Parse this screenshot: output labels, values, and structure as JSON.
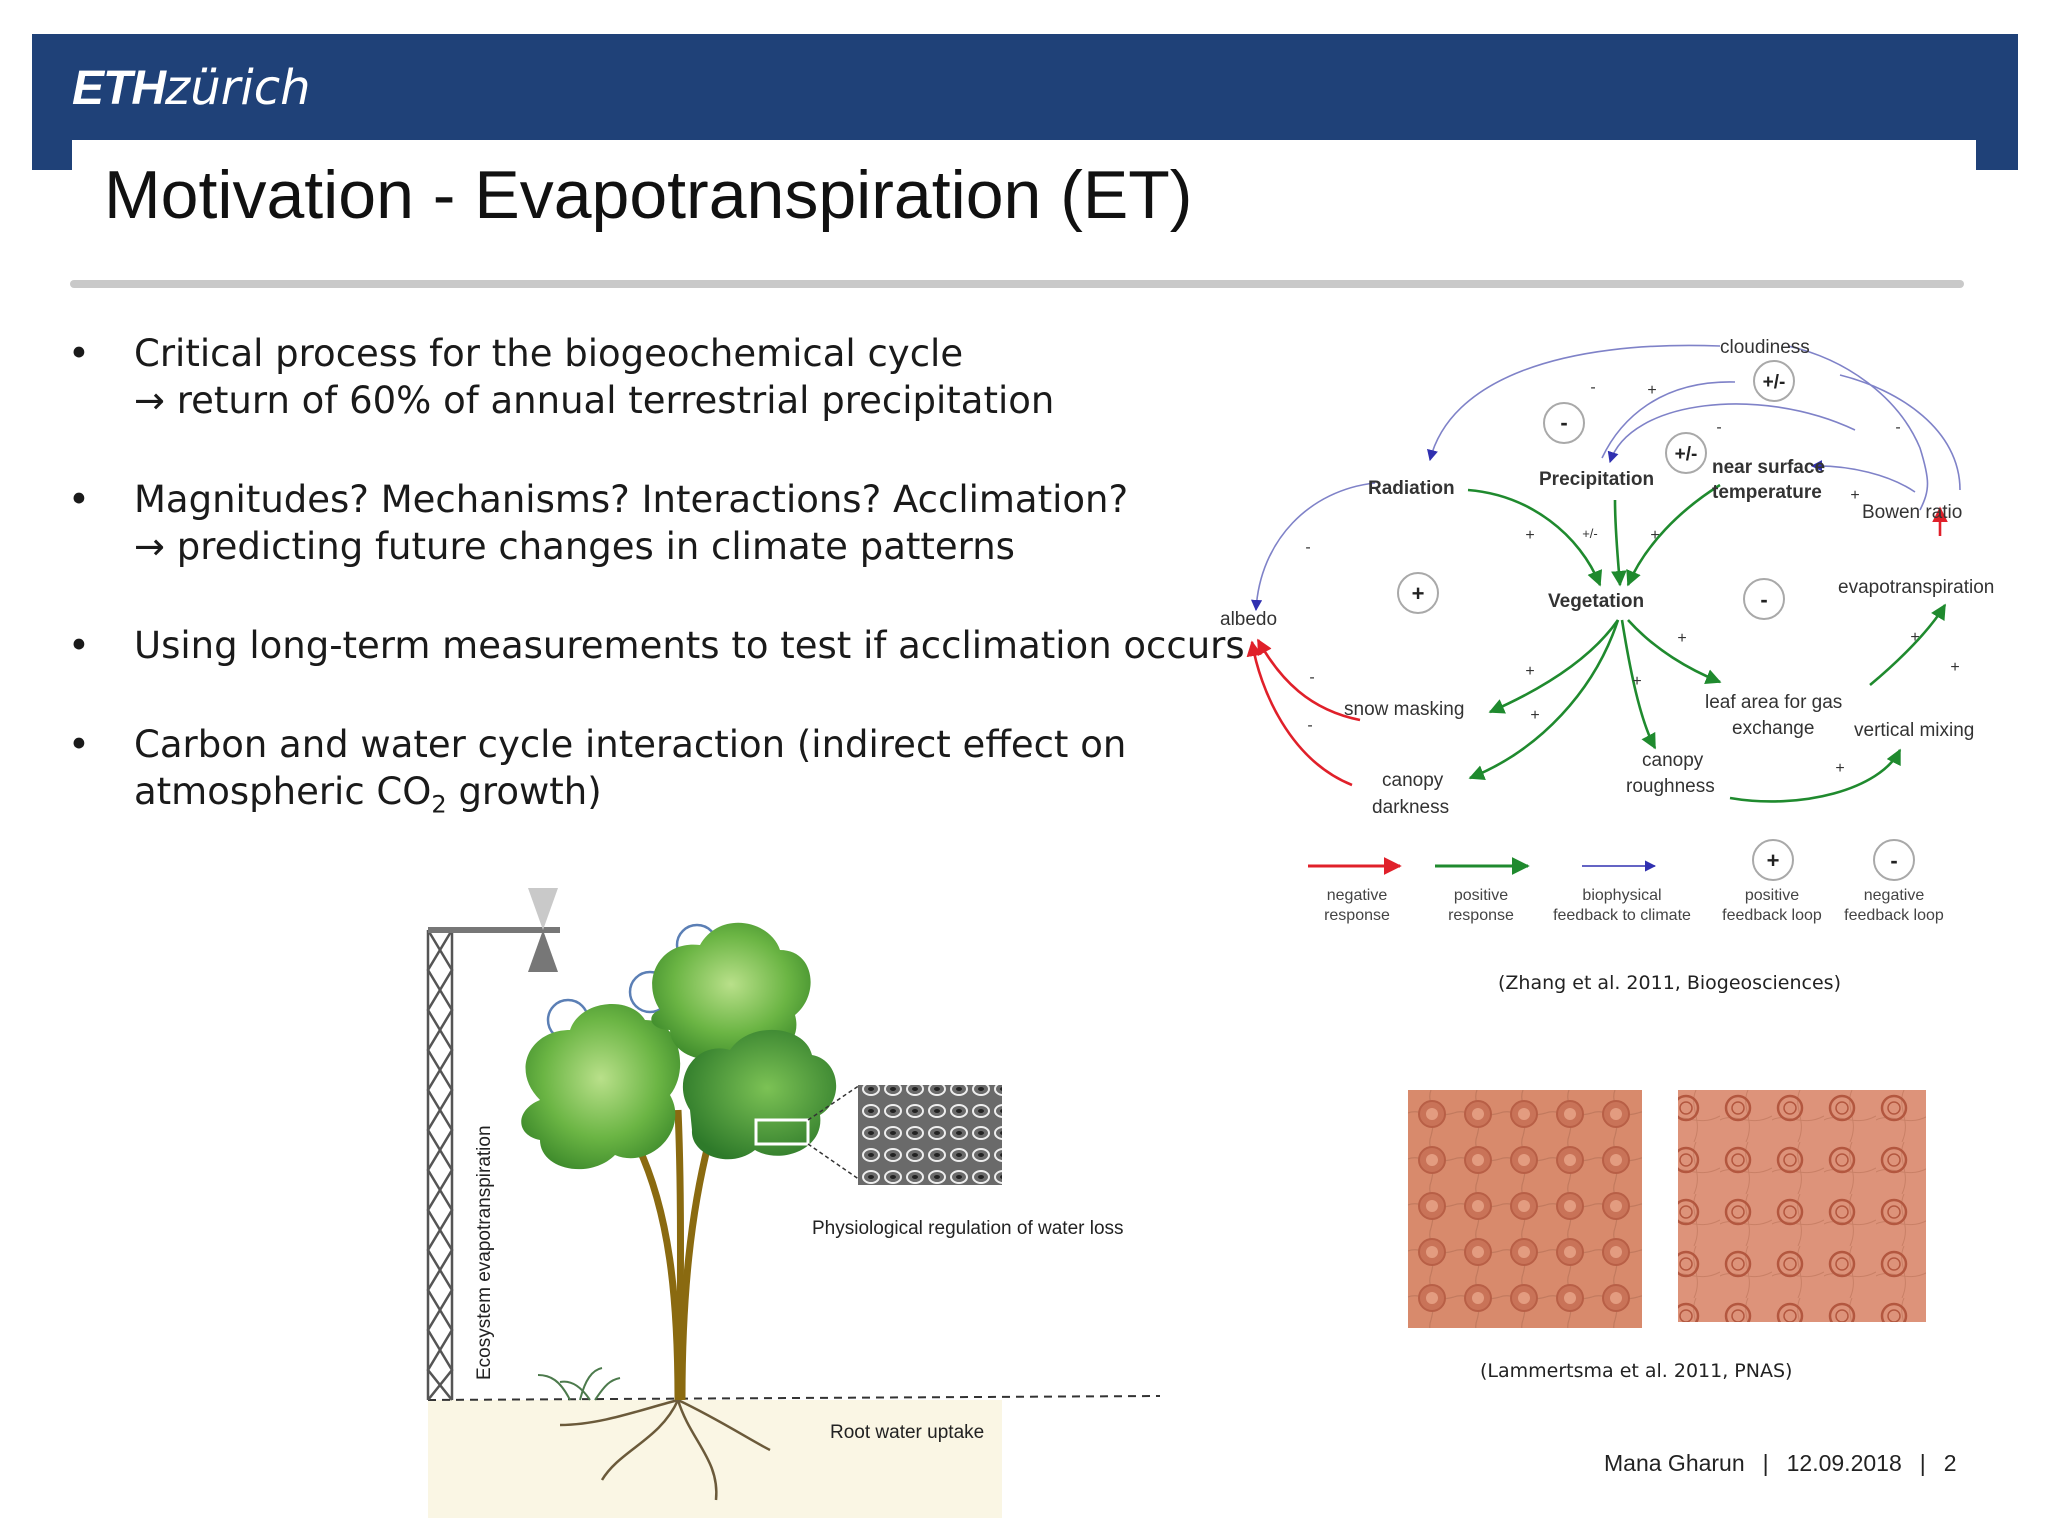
{
  "header": {
    "logo_bold": "ETH",
    "logo_rest": "zürich",
    "color": "#1f4178"
  },
  "slide": {
    "title": "Motivation - Evapotranspiration (ET)"
  },
  "bullets": [
    {
      "line1": "Critical process for the biogeochemical cycle",
      "line2": "→ return of 60% of annual terrestrial precipitation"
    },
    {
      "line1": "Magnitudes? Mechanisms? Interactions? Acclimation?",
      "line2": "→ predicting future changes in climate patterns"
    },
    {
      "line1": "Using long-term measurements to test if acclimation occurs"
    },
    {
      "line1": "Carbon and water cycle interaction (indirect effect on",
      "line2_prefix": "atmospheric CO",
      "line2_sub": "2",
      "line2_suffix": " growth)"
    }
  ],
  "bullet_symbol": "•",
  "feedback_diagram": {
    "nodes": {
      "cloudiness": "cloudiness",
      "radiation": "Radiation",
      "precipitation": "Precipitation",
      "near_surface_1": "near surface",
      "near_surface_2": "temperature",
      "bowen_ratio": "Bowen ratio",
      "albedo": "albedo",
      "vegetation": "Vegetation",
      "evapotranspiration": "evapotranspiration",
      "snow_masking": "snow masking",
      "leaf_area_1": "leaf area for gas",
      "leaf_area_2": "exchange",
      "vertical_mixing": "vertical mixing",
      "canopy_roughness_1": "canopy",
      "canopy_roughness_2": "roughness",
      "canopy_darkness_1": "canopy",
      "canopy_darkness_2": "darkness"
    },
    "loop_markers": {
      "plus": "+",
      "minus": "-",
      "plusminus": "+/-"
    },
    "legend": {
      "negative_1": "negative",
      "negative_2": "response",
      "positive_1": "positive",
      "positive_2": "response",
      "biophysical_1": "biophysical",
      "biophysical_2": "feedback to climate",
      "pos_loop_1": "positive",
      "pos_loop_2": "feedback loop",
      "neg_loop_1": "negative",
      "neg_loop_2": "feedback loop"
    },
    "colors": {
      "negative": "#e0202a",
      "positive": "#1f8a2e",
      "biophysical": "#5050b8"
    }
  },
  "captions": {
    "zhang": "(Zhang et al. 2011, Biogeosciences)",
    "lammertsma": "(Lammertsma et al. 2011, PNAS)"
  },
  "tree_illustration": {
    "ecosystem_label": "Ecosystem evapotranspiration",
    "physiological_label": "Physiological regulation of water loss",
    "root_label": "Root water uptake"
  },
  "footer": {
    "author": "Mana Gharun",
    "date": "12.09.2018",
    "separator": "|",
    "page": "2"
  }
}
